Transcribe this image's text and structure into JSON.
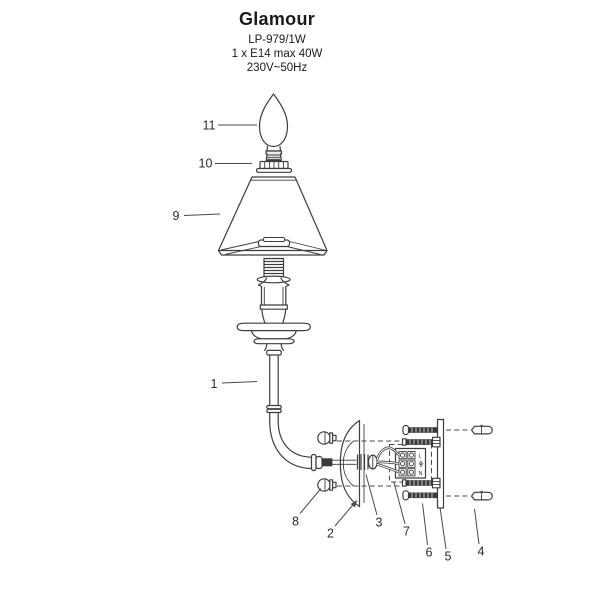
{
  "header": {
    "title": "Glamour",
    "model": "LP-979/1W",
    "lamp_spec": "1 x E14 max 40W",
    "power_spec": "230V~50Hz"
  },
  "part_labels": {
    "1": "1",
    "2": "2",
    "3": "3",
    "4": "4",
    "5": "5",
    "6": "6",
    "7": "7",
    "8": "8",
    "9": "9",
    "10": "10",
    "11": "11"
  },
  "terminal_block": {
    "live": "L",
    "earth_icon": "⏚",
    "neutral": "N"
  },
  "colors": {
    "line": "#3d3d3d",
    "background": "#ffffff",
    "label": "#2b2b2b"
  }
}
